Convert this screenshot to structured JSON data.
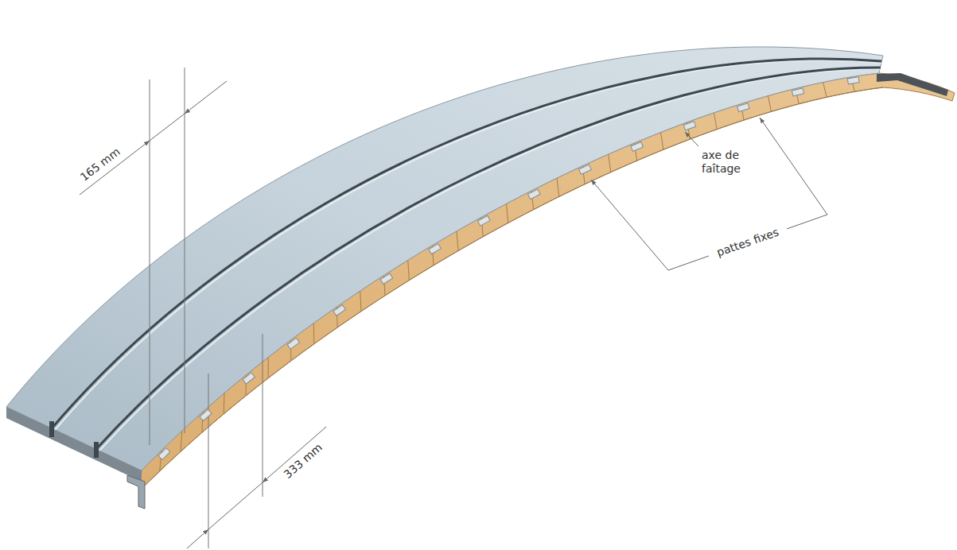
{
  "diagram": {
    "labels": [
      "axe de faîtage",
      "165 mm",
      "pattes fixes",
      "333 mm"
    ]
  }
}
